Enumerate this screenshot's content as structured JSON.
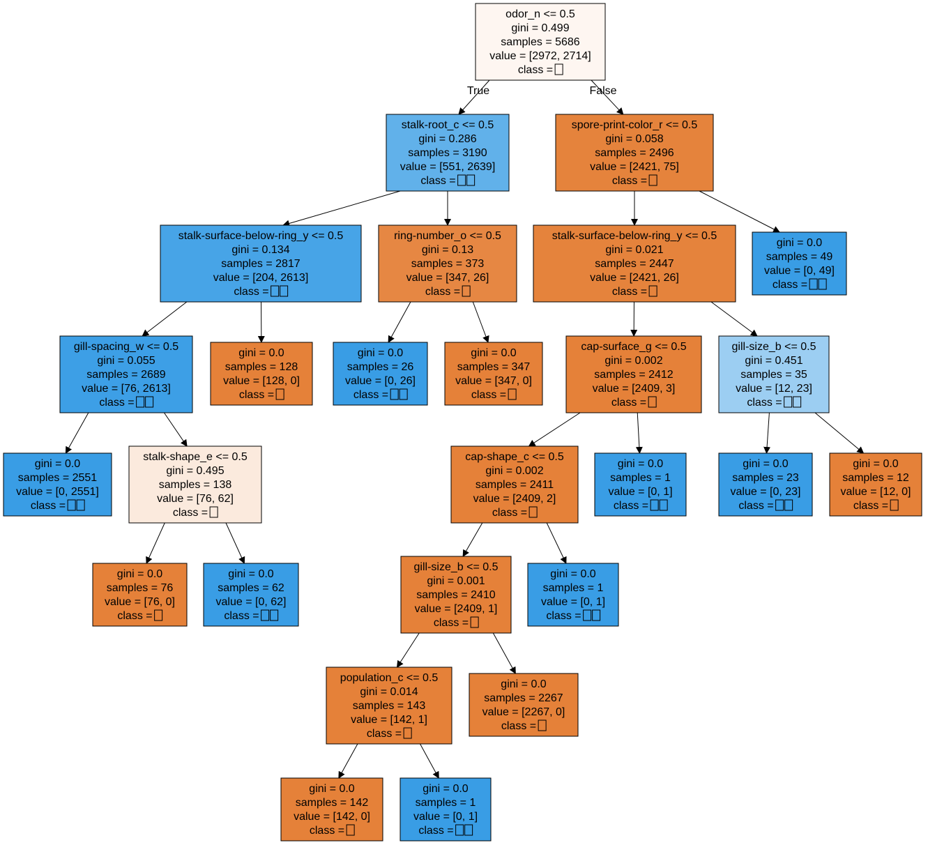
{
  "colors": {
    "orange": "#e58139",
    "blue": "#399de5",
    "root_fill": "#fef6f1",
    "root_child_blue": "#61b1ea",
    "light_blue": "#9ccef2",
    "light_orange": "#fbeadd",
    "mid_orange": "#e68743",
    "near_orange": "#e5833c",
    "near_blue": "#47a4e7",
    "blue2": "#3d9fe6",
    "border": "#000000"
  },
  "edge_labels": {
    "true_label": "True",
    "false_label": "False"
  },
  "nodes": [
    {
      "id": "n0",
      "fill": "root_fill",
      "lines": [
        "odor_n <= 0.5",
        "gini = 0.499",
        "samples = 5686",
        "value = [2972, 2714]",
        "class = "
      ],
      "class_glyphs": 1
    },
    {
      "id": "n1",
      "fill": "root_child_blue",
      "lines": [
        "stalk-root_c <= 0.5",
        "gini = 0.286",
        "samples = 3190",
        "value = [551, 2639]",
        "class = "
      ],
      "class_glyphs": 2
    },
    {
      "id": "n2",
      "fill": "near_blue",
      "lines": [
        "stalk-surface-below-ring_y <= 0.5",
        "gini = 0.134",
        "samples = 2817",
        "value = [204, 2613]",
        "class = "
      ],
      "class_glyphs": 2
    },
    {
      "id": "n3",
      "fill": "blue2",
      "lines": [
        "gill-spacing_w <= 0.5",
        "gini = 0.055",
        "samples = 2689",
        "value = [76, 2613]",
        "class = "
      ],
      "class_glyphs": 2
    },
    {
      "id": "n4",
      "fill": "blue",
      "lines": [
        "gini = 0.0",
        "samples = 2551",
        "value = [0, 2551]",
        "class = "
      ],
      "class_glyphs": 2
    },
    {
      "id": "n5",
      "fill": "light_orange",
      "lines": [
        "stalk-shape_e <= 0.5",
        "gini = 0.495",
        "samples = 138",
        "value = [76, 62]",
        "class = "
      ],
      "class_glyphs": 1
    },
    {
      "id": "n6",
      "fill": "orange",
      "lines": [
        "gini = 0.0",
        "samples = 76",
        "value = [76, 0]",
        "class = "
      ],
      "class_glyphs": 1
    },
    {
      "id": "n7",
      "fill": "blue",
      "lines": [
        "gini = 0.0",
        "samples = 62",
        "value = [0, 62]",
        "class = "
      ],
      "class_glyphs": 2
    },
    {
      "id": "n8",
      "fill": "orange",
      "lines": [
        "gini = 0.0",
        "samples = 128",
        "value = [128, 0]",
        "class = "
      ],
      "class_glyphs": 1
    },
    {
      "id": "n9",
      "fill": "mid_orange",
      "lines": [
        "ring-number_o <= 0.5",
        "gini = 0.13",
        "samples = 373",
        "value = [347, 26]",
        "class = "
      ],
      "class_glyphs": 1
    },
    {
      "id": "n10",
      "fill": "blue",
      "lines": [
        "gini = 0.0",
        "samples = 26",
        "value = [0, 26]",
        "class = "
      ],
      "class_glyphs": 2
    },
    {
      "id": "n11",
      "fill": "orange",
      "lines": [
        "gini = 0.0",
        "samples = 347",
        "value = [347, 0]",
        "class = "
      ],
      "class_glyphs": 1
    },
    {
      "id": "n12",
      "fill": "near_orange",
      "lines": [
        "spore-print-color_r <= 0.5",
        "gini = 0.058",
        "samples = 2496",
        "value = [2421, 75]",
        "class = "
      ],
      "class_glyphs": 1
    },
    {
      "id": "n13",
      "fill": "near_orange",
      "lines": [
        "stalk-surface-below-ring_y <= 0.5",
        "gini = 0.021",
        "samples = 2447",
        "value = [2421, 26]",
        "class = "
      ],
      "class_glyphs": 1
    },
    {
      "id": "n14",
      "fill": "orange",
      "lines": [
        "cap-surface_g <= 0.5",
        "gini = 0.002",
        "samples = 2412",
        "value = [2409, 3]",
        "class = "
      ],
      "class_glyphs": 1
    },
    {
      "id": "n15",
      "fill": "orange",
      "lines": [
        "cap-shape_c <= 0.5",
        "gini = 0.002",
        "samples = 2411",
        "value = [2409, 2]",
        "class = "
      ],
      "class_glyphs": 1
    },
    {
      "id": "n16",
      "fill": "orange",
      "lines": [
        "gill-size_b <= 0.5",
        "gini = 0.001",
        "samples = 2410",
        "value = [2409, 1]",
        "class = "
      ],
      "class_glyphs": 1
    },
    {
      "id": "n17",
      "fill": "orange",
      "lines": [
        "population_c <= 0.5",
        "gini = 0.014",
        "samples = 143",
        "value = [142, 1]",
        "class = "
      ],
      "class_glyphs": 1
    },
    {
      "id": "n18",
      "fill": "orange",
      "lines": [
        "gini = 0.0",
        "samples = 142",
        "value = [142, 0]",
        "class = "
      ],
      "class_glyphs": 1
    },
    {
      "id": "n19",
      "fill": "blue",
      "lines": [
        "gini = 0.0",
        "samples = 1",
        "value = [0, 1]",
        "class = "
      ],
      "class_glyphs": 2
    },
    {
      "id": "n20",
      "fill": "orange",
      "lines": [
        "gini = 0.0",
        "samples = 2267",
        "value = [2267, 0]",
        "class = "
      ],
      "class_glyphs": 1
    },
    {
      "id": "n21",
      "fill": "blue",
      "lines": [
        "gini = 0.0",
        "samples = 1",
        "value = [0, 1]",
        "class = "
      ],
      "class_glyphs": 2
    },
    {
      "id": "n22",
      "fill": "blue",
      "lines": [
        "gini = 0.0",
        "samples = 1",
        "value = [0, 1]",
        "class = "
      ],
      "class_glyphs": 2
    },
    {
      "id": "n23",
      "fill": "light_blue",
      "lines": [
        "gill-size_b <= 0.5",
        "gini = 0.451",
        "samples = 35",
        "value = [12, 23]",
        "class = "
      ],
      "class_glyphs": 2
    },
    {
      "id": "n24",
      "fill": "blue",
      "lines": [
        "gini = 0.0",
        "samples = 23",
        "value = [0, 23]",
        "class = "
      ],
      "class_glyphs": 2
    },
    {
      "id": "n25",
      "fill": "orange",
      "lines": [
        "gini = 0.0",
        "samples = 12",
        "value = [12, 0]",
        "class = "
      ],
      "class_glyphs": 1
    },
    {
      "id": "n26",
      "fill": "blue",
      "lines": [
        "gini = 0.0",
        "samples = 49",
        "value = [0, 49]",
        "class = "
      ],
      "class_glyphs": 2
    }
  ],
  "edges": [
    [
      "n0",
      "n1"
    ],
    [
      "n0",
      "n12"
    ],
    [
      "n1",
      "n2"
    ],
    [
      "n1",
      "n9"
    ],
    [
      "n2",
      "n3"
    ],
    [
      "n2",
      "n8"
    ],
    [
      "n3",
      "n4"
    ],
    [
      "n3",
      "n5"
    ],
    [
      "n5",
      "n6"
    ],
    [
      "n5",
      "n7"
    ],
    [
      "n9",
      "n10"
    ],
    [
      "n9",
      "n11"
    ],
    [
      "n12",
      "n13"
    ],
    [
      "n12",
      "n26"
    ],
    [
      "n13",
      "n14"
    ],
    [
      "n13",
      "n23"
    ],
    [
      "n14",
      "n15"
    ],
    [
      "n14",
      "n22"
    ],
    [
      "n15",
      "n16"
    ],
    [
      "n15",
      "n21"
    ],
    [
      "n16",
      "n17"
    ],
    [
      "n16",
      "n20"
    ],
    [
      "n17",
      "n18"
    ],
    [
      "n17",
      "n19"
    ],
    [
      "n23",
      "n24"
    ],
    [
      "n23",
      "n25"
    ]
  ]
}
